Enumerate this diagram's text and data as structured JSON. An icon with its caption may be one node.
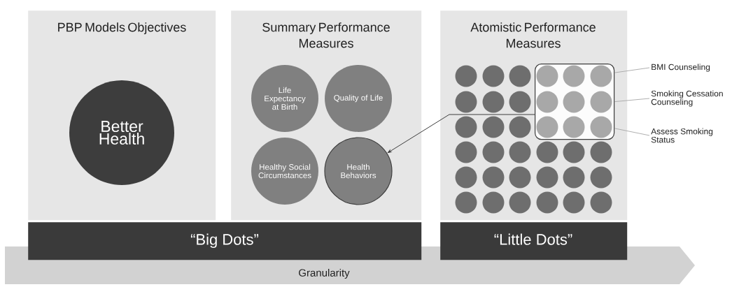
{
  "diagram": {
    "nodes": [
      {
        "text": [
          "PBP Models Objectives"
        ]
      },
      {
        "text": [
          "Better Health"
        ],
        "in": 0
      },
      {
        "text": [
          "Summary Performance Measures"
        ]
      },
      {
        "text": [
          "Life Expectancy at Birth"
        ],
        "in": 2
      },
      {
        "text": [
          "Quality of Life"
        ],
        "in": 2
      },
      {
        "text": [
          "Healthy Social Circumstances"
        ],
        "in": 2
      },
      {
        "text": [
          "Health Behaviors"
        ],
        "in": 2
      },
      {
        "text": [
          "Atomistic Performance Measures"
        ]
      },
      {
        "text": [],
        "shape": "box",
        "in": 7
      },
      {
        "text": [],
        "shape": "circle",
        "in": 7
      },
      {
        "text": [],
        "shape": "circle",
        "in": 7
      },
      {
        "text": [],
        "shape": "circle",
        "in": 7
      },
      {
        "text": [],
        "shape": "circle",
        "in": 8
      },
      {
        "text": [],
        "shape": "circle",
        "in": 8
      },
      {
        "text": [],
        "shape": "circle",
        "in": 8
      },
      {
        "text": [],
        "shape": "circle",
        "in": 7
      },
      {
        "text": [],
        "shape": "circle",
        "in": 7
      },
      {
        "text": [],
        "shape": "circle",
        "in": 7
      },
      {
        "text": [],
        "shape": "circle",
        "in": 8
      },
      {
        "text": [],
        "shape": "circle",
        "in": 8
      },
      {
        "text": [],
        "shape": "circle",
        "in": 8
      },
      {
        "text": [],
        "shape": "circle",
        "in": 7
      },
      {
        "text": [],
        "shape": "circle",
        "in": 7
      },
      {
        "text": [],
        "shape": "circle",
        "in": 7
      },
      {
        "text": [],
        "shape": "circle",
        "in": 8
      },
      {
        "text": [],
        "shape": "circle",
        "in": 8
      },
      {
        "text": [],
        "shape": "circle",
        "in": 8
      },
      {
        "text": [],
        "shape": "circle",
        "in": 7
      },
      {
        "text": [],
        "shape": "circle",
        "in": 7
      },
      {
        "text": [],
        "shape": "circle",
        "in": 7
      },
      {
        "text": [],
        "shape": "circle",
        "in": 7
      },
      {
        "text": [],
        "shape": "circle",
        "in": 7
      },
      {
        "text": [],
        "shape": "circle",
        "in": 7
      },
      {
        "text": [],
        "shape": "circle",
        "in": 7
      },
      {
        "text": [],
        "shape": "circle",
        "in": 7
      },
      {
        "text": [],
        "shape": "circle",
        "in": 7
      },
      {
        "text": [],
        "shape": "circle",
        "in": 7
      },
      {
        "text": [],
        "shape": "circle",
        "in": 7
      },
      {
        "text": [],
        "shape": "circle",
        "in": 7
      },
      {
        "text": [],
        "shape": "circle",
        "in": 7
      },
      {
        "text": [],
        "shape": "circle",
        "in": 7
      },
      {
        "text": [],
        "shape": "circle",
        "in": 7
      },
      {
        "text": [],
        "shape": "circle",
        "in": 7
      },
      {
        "text": [],
        "shape": "circle",
        "in": 7
      },
      {
        "text": [],
        "shape": "circle",
        "in": 7
      },
      {
        "text": [
          "BMI Counseling"
        ]
      },
      {
        "text": [
          "Smoking Cessation Counseling"
        ]
      },
      {
        "text": [
          "Assess Smoking Status"
        ]
      },
      {
        "text": [
          "“Big Dots”"
        ]
      },
      {
        "text": [
          "“Little Dots”"
        ]
      },
      {
        "text": [
          "Granularity"
        ]
      }
    ],
    "edges": [
      {
        "from": 8,
        "to": 6,
        "arrow": "to",
        "color": "#3d3d3d"
      },
      {
        "from": 45,
        "to": 8,
        "arrow": "none"
      },
      {
        "from": 46,
        "to": 8,
        "arrow": "none"
      },
      {
        "from": 47,
        "to": 8,
        "arrow": "none"
      }
    ]
  }
}
